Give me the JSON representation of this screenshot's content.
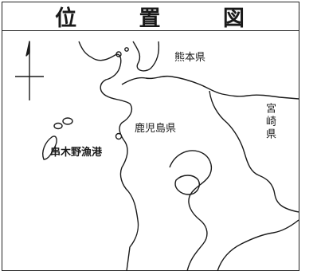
{
  "title": [
    "位",
    "置",
    "図"
  ],
  "labels": {
    "kumamoto": "熊本県",
    "kagoshima": "鹿児島県",
    "miyazaki": "宮崎県",
    "port": "串木野漁港"
  },
  "colors": {
    "ink": "#1a1a1a",
    "paper": "#ffffff"
  }
}
